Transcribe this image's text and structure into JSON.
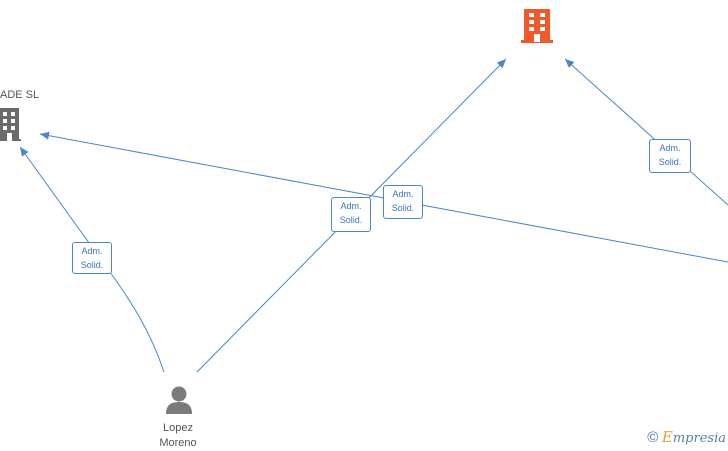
{
  "colors": {
    "edge": "#4a86c8",
    "company_gray": "#6b6b6b",
    "company_orange": "#f05a28",
    "person_gray": "#7a7a7a"
  },
  "nodes": {
    "company_left": {
      "label": "ADE  SL",
      "icon": "building-icon"
    },
    "company_top": {
      "label": "",
      "icon": "building-icon"
    },
    "person": {
      "label_line1": "Lopez",
      "label_line2": "Moreno",
      "icon": "person-icon"
    }
  },
  "edges": [
    {
      "line1": "Adm.",
      "line2": "Solid."
    },
    {
      "line1": "Adm.",
      "line2": "Solid."
    },
    {
      "line1": "Adm.",
      "line2": "Solid."
    },
    {
      "line1": "Adm.",
      "line2": "Solid."
    }
  ],
  "watermark": {
    "copyright": "©",
    "brand_initial": "E",
    "brand_rest": "mpresia"
  }
}
